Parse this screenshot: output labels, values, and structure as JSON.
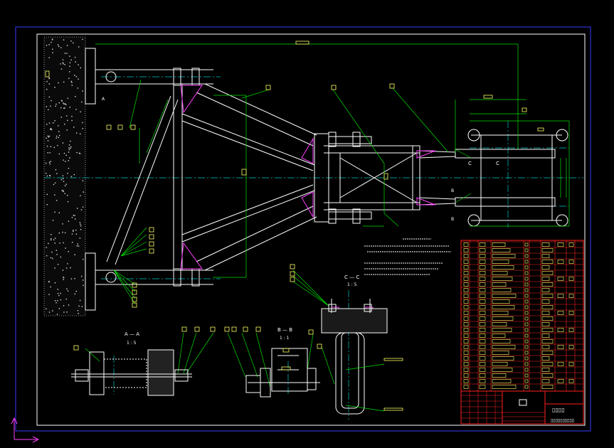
{
  "sheet": {
    "background": "#000000",
    "frame_color": "#3a3aff",
    "border_color": "#ffffff"
  },
  "colors": {
    "structure": "#ffffff",
    "centerline": "#00c8c8",
    "leader": "#00e000",
    "tag": "#ffff66",
    "hatch": "#ff40ff",
    "table_lines": "#ff2020",
    "note_text": "#ffffff"
  },
  "views": {
    "section_aa": {
      "title": "A — A",
      "scale": "1 : 5"
    },
    "section_bb": {
      "title": "B — B",
      "scale": "1 : 1"
    },
    "section_cc": {
      "title": "C — C",
      "scale": "1 : 5"
    }
  },
  "cut_marks": {
    "c_left": "C",
    "c_right": "C",
    "b_top": "B",
    "b_bottom": "B",
    "a_mark": "A"
  },
  "title_block": {
    "drawing_title_glyph": "▯▯▯▯",
    "code_glyph": "▯▯▯▯▯▯▯▯▯▯"
  },
  "icons": {
    "corner_axis": "ucs-axis-icon"
  }
}
